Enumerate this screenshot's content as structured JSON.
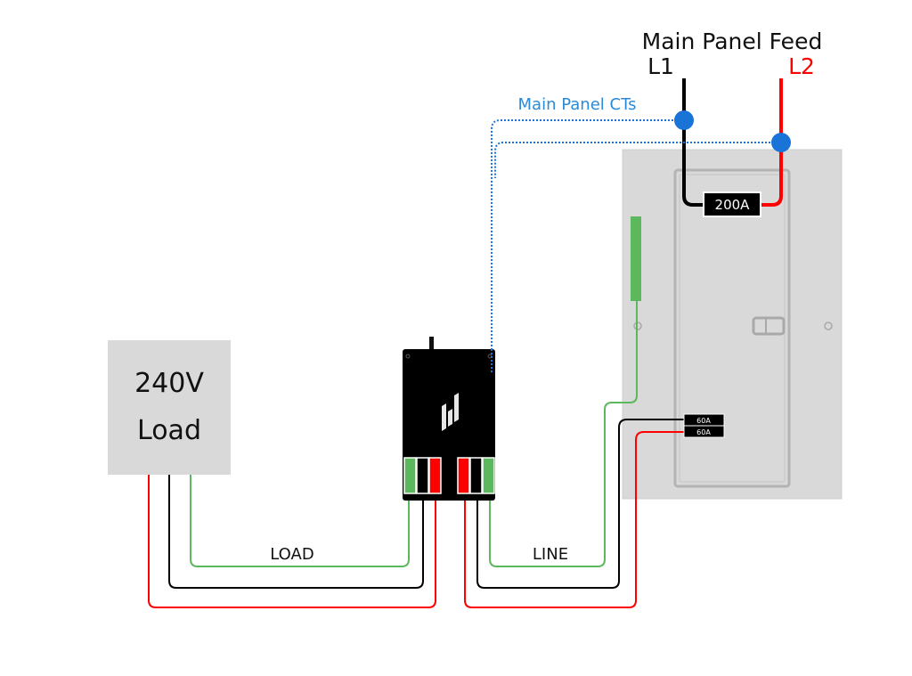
{
  "diagram": {
    "feed": {
      "title": "Main Panel Feed",
      "l1_label": "L1",
      "l2_label": "L2"
    },
    "cts_label": "Main Panel CTs",
    "main_breaker": "200A",
    "branch_breakers": [
      "60A",
      "60A"
    ],
    "load_box": {
      "line1": "240V",
      "line2": "Load"
    },
    "load_wires_label": "LOAD",
    "line_wires_label": "LINE",
    "colors": {
      "hot_l1": "#000000",
      "hot_l2": "#ff0000",
      "neutral": "#5cb85c",
      "ct": "#1a73d6",
      "ct_label": "#2b8ad8",
      "panel": "#d9d9d9",
      "load_box": "#d9d9d9",
      "device": "#000000"
    }
  }
}
